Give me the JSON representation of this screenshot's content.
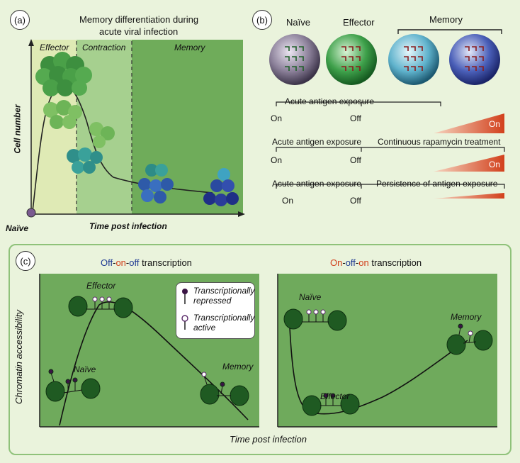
{
  "panel_a": {
    "badge": "(a)",
    "title_line1": "Memory differentiation during",
    "title_line2": "acute viral infection",
    "phase_effector": "Effector",
    "phase_contraction": "Contraction",
    "phase_memory": "Memory",
    "y_axis": "Cell number",
    "x_axis": "Time post infection",
    "origin_label": "Naïve"
  },
  "panel_b": {
    "badge": "(b)",
    "cells": [
      "Naïve",
      "Effector"
    ],
    "memory_label": "Memory",
    "row1_label": "Acute antigen exposure",
    "row1_on": "On",
    "row1_off": "Off",
    "row1_ramp": "On",
    "row2_label": "Acute antigen exposure",
    "row2_treatment": "Continuous rapamycin treatment",
    "row2_on": "On",
    "row2_off": "Off",
    "row2_ramp": "On",
    "row3_label": "Acute antigen exposure",
    "row3_persist": "Persistence of antigen exposure",
    "row3_on": "On",
    "row3_off": "Off"
  },
  "panel_c": {
    "badge": "(c)",
    "left_title": [
      "Off",
      "-",
      "on",
      "-",
      "off",
      " transcription"
    ],
    "right_title": [
      "On",
      "-",
      "off",
      "-",
      "on",
      " transcription"
    ],
    "y_axis": "Chromatin accessibility",
    "x_axis": "Time post infection",
    "left_effector": "Effector",
    "left_naive": "Naïve",
    "left_memory": "Memory",
    "right_naive": "Naïve",
    "right_effector": "Effector",
    "right_memory": "Memory",
    "legend_repressed_1": "Transcriptionally",
    "legend_repressed_2": "repressed",
    "legend_active_1": "Transcriptionally",
    "legend_active_2": "active"
  },
  "colors": {
    "panel_bg": "#eaf3dc",
    "dark_green": "#5f9d4f",
    "light_green": "#cfe4b0",
    "mid_green": "#8fc27a",
    "off_blue": "#1f3a93",
    "on_red": "#d2401c"
  }
}
